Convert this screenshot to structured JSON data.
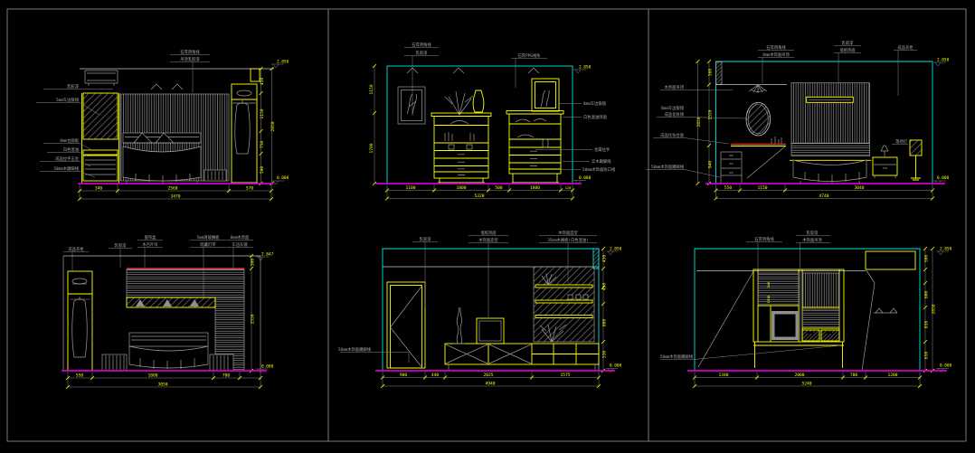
{
  "sheet": {
    "background": "#000000",
    "frame_color": "#7a7a7a",
    "colors": {
      "yellow": "#ffff00",
      "cyan": "#00e5e5",
      "magenta": "#cc00cc",
      "red": "#ff2a2a",
      "gray": "#9c9c9c"
    }
  },
  "p1": {
    "top_labels": [
      "石膏阴角线",
      "吊顶乳胶漆"
    ],
    "left_labels": [
      "乳胶漆",
      "5mm车边银镜",
      "8mm台面板",
      "白色混油",
      "成品拉手五金",
      "50mm木踢脚线"
    ],
    "dims_bottom": [
      "340",
      "2560",
      "570"
    ],
    "dim_total": "3470",
    "dims_right": [
      "450",
      "1150",
      "750",
      "500"
    ],
    "dim_height": "2850",
    "elev_top": "2.850",
    "elev_bottom": "0.000"
  },
  "p2": {
    "top_left_labels": [
      "石膏阴角线",
      "乳胶漆"
    ],
    "top_right_label": "石膏PPG线条",
    "right_labels": [
      "8mm车边银镜",
      "白色混油饰面",
      "金属拉手",
      "实木踢脚线",
      "50mm木饰面收口线"
    ],
    "dims_left": [
      "1150",
      "1700"
    ],
    "dims_bottom": [
      "1100",
      "1800",
      "500",
      "1800",
      "120"
    ],
    "dim_total": "5320",
    "elev_top": "2.850",
    "elev_bottom": "0.000"
  },
  "p3": {
    "top_labels_1": [
      "石膏阴角线",
      "8mm木饰面吊顶"
    ],
    "top_labels_2": [
      "乳胶漆",
      "墙纸饰面"
    ],
    "top_label_3": "成品衣柜",
    "left_labels": [
      "木饰面吊顶",
      "8mm车边银镜",
      "成品化妆镜",
      "成品化妆台面",
      "50mm木饰面踢脚线"
    ],
    "lamp_label": "落地灯",
    "dim_height": "2850",
    "dims_left": [
      "560",
      "1520",
      "940"
    ],
    "dims_bottom": [
      "550",
      "1150",
      "3040"
    ],
    "dim_total": "4740",
    "elev_top": "2.850",
    "elev_bottom": "0.000"
  },
  "p4": {
    "top_labels": [
      "成品衣柜",
      "乳胶漆",
      "窗帘盒",
      "木百叶帘",
      "5mm清玻搁板",
      "暗藏灯带",
      "8mm木饰面",
      "车边灰镜"
    ],
    "dims_right": [
      "300",
      "2550"
    ],
    "dims_bottom": [
      "550",
      "1800",
      "700"
    ],
    "dim_total": "3050",
    "elev_top": "2.847",
    "elev_bottom": "0.000"
  },
  "p5": {
    "left_label": "50mm木饰面踢脚线",
    "top_label_1": "乳胶漆",
    "top_labels_2": [
      "墙纸饰面",
      "木饰面造型"
    ],
    "top_labels_3": [
      "木饰面造型",
      "35mm木搁板(白色混油)"
    ],
    "dims_right": [
      "450",
      "450",
      "880",
      "530"
    ],
    "dims_bottom": [
      "900",
      "440",
      "2025",
      "1575"
    ],
    "dim_total": "4940",
    "elev_top": "2.850",
    "elev_bottom": "0.000"
  },
  "p6": {
    "left_label": "50mm木饰面踢脚线",
    "top_label_1": "石膏阴角线",
    "top_labels_2": [
      "乳胶漆",
      "木饰面吊顶"
    ],
    "cab_dims": [
      "246",
      "1818"
    ],
    "dims_right": [
      "500",
      "600",
      "850",
      "650"
    ],
    "dim_side_total": "2850",
    "dims_bottom": [
      "1340",
      "2000",
      "700",
      "1200"
    ],
    "dim_total": "5240",
    "elev_top": "2.850",
    "elev_bottom": "0.000"
  }
}
